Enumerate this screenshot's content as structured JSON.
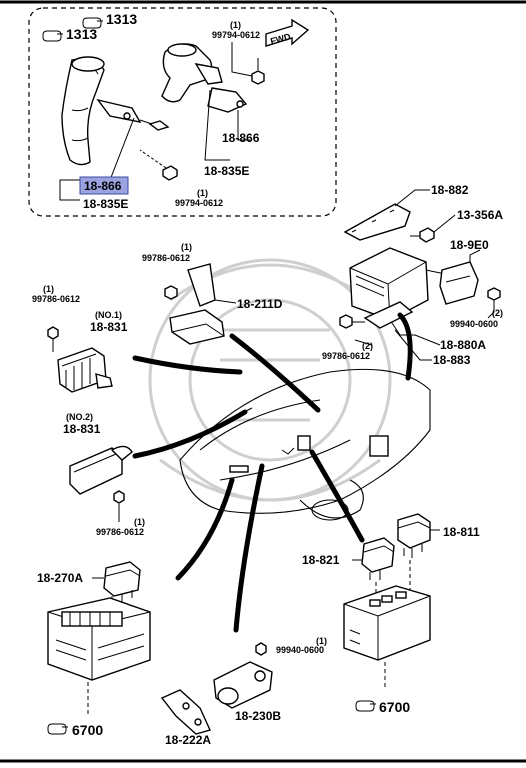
{
  "refs": {
    "r1313_top": "1313",
    "r1313_left": "1313",
    "r6700_left": "6700",
    "r6700_right": "6700"
  },
  "fwd": "FWD",
  "parts": {
    "p18866_highlight": "18-866",
    "p18835E_left": "18-835E",
    "p18866_right": "18-866",
    "p18835E_right": "18-835E",
    "p18882": "18-882",
    "p13356A": "13-356A",
    "p189E0": "18-9E0",
    "p18880A": "18-880A",
    "p18883": "18-883",
    "p18211D": "18-211D",
    "p18831_1": "18-831",
    "p18831_2": "18-831",
    "p18811": "18-811",
    "p18821": "18-821",
    "p18270A": "18-270A",
    "p18230B": "18-230B",
    "p18222A": "18-222A"
  },
  "qualifiers": {
    "no1": "(NO.1)",
    "no2": "(NO.2)"
  },
  "bolts": {
    "b99794_top": {
      "qty": "(1)",
      "code": "99794-0612"
    },
    "b99794_left": {
      "qty": "(1)",
      "code": "99794-0612"
    },
    "b99786_211D": {
      "qty": "(1)",
      "code": "99786-0612"
    },
    "b99786_831": {
      "qty": "(1)",
      "code": "99786-0612"
    },
    "b99786_883": {
      "qty": "(2)",
      "code": "99786-0612"
    },
    "b99786_831b": {
      "qty": "(1)",
      "code": "99786-0612"
    },
    "b99940_9E0": {
      "qty": "(2)",
      "code": "99940-0600"
    },
    "b99940_230B": {
      "qty": "(1)",
      "code": "99940-0600"
    }
  },
  "colors": {
    "highlight": "#9aa3df",
    "line": "#000000",
    "watermark": "#cfcfcf"
  }
}
